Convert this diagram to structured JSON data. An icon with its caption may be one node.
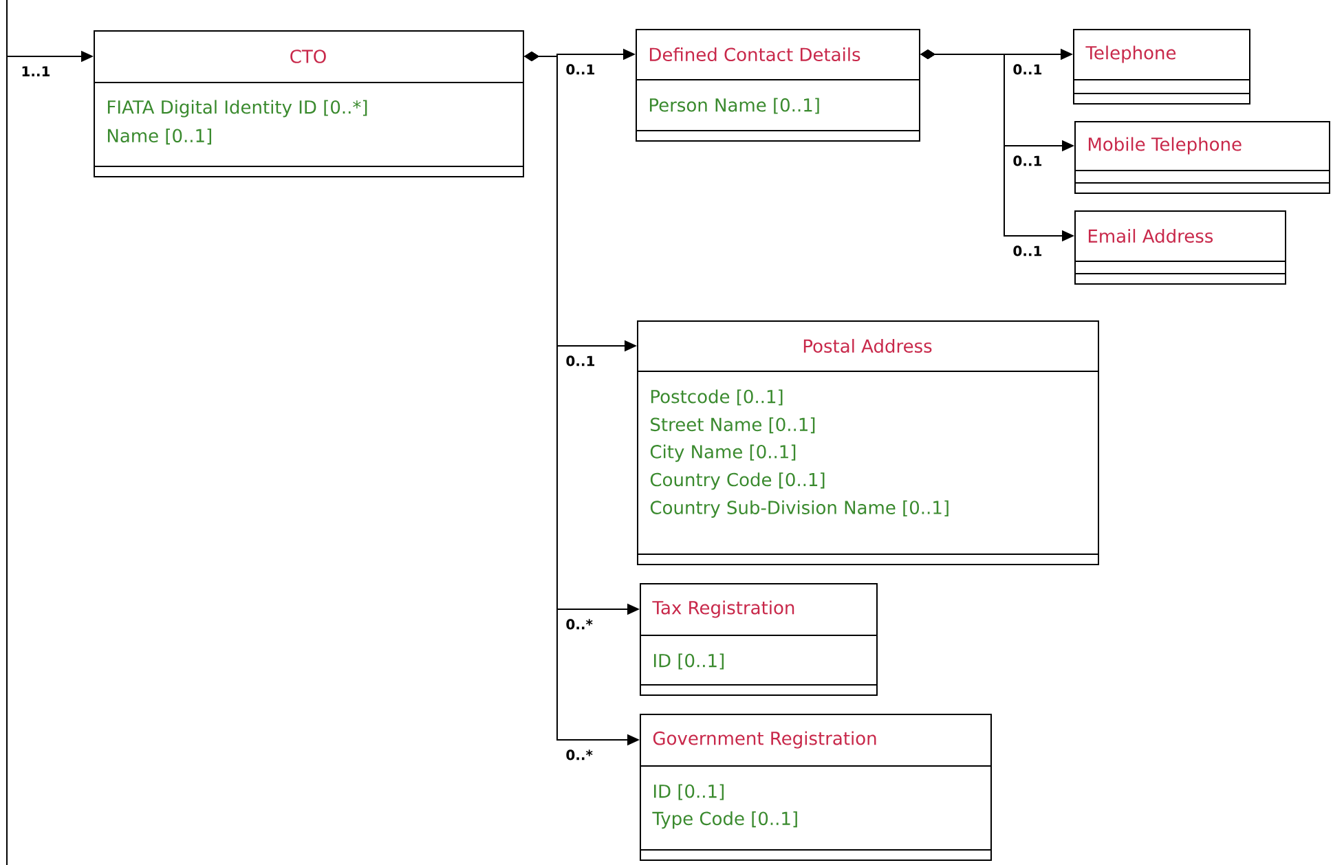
{
  "diagram": {
    "nodes": [
      {
        "text": [
          "CTO",
          "FIATA Digital Identity ID [0..*]",
          "Name [0..1]"
        ]
      },
      {
        "text": [
          "Defined Contact Details",
          "Person Name [0..1]"
        ]
      },
      {
        "text": [
          "Telephone"
        ]
      },
      {
        "text": [
          "Mobile Telephone"
        ]
      },
      {
        "text": [
          "Email Address"
        ]
      },
      {
        "text": [
          "Postal Address",
          "Postcode [0..1]",
          "Street Name [0..1]",
          "City Name [0..1]",
          "Country Code [0..1]",
          "Country Sub-Division Name [0..1]"
        ]
      },
      {
        "text": [
          "Tax Registration",
          "ID [0..1]"
        ]
      },
      {
        "text": [
          "Government Registration",
          "ID [0..1]",
          "Type Code [0..1]"
        ]
      }
    ],
    "edges": [
      {
        "from": null,
        "to": 0,
        "arrow": "to",
        "label": "1..1"
      },
      {
        "from": 0,
        "to": 1,
        "arrow": "to",
        "label": "0..1"
      },
      {
        "from": 1,
        "to": 2,
        "arrow": "to",
        "label": "0..1"
      },
      {
        "from": 1,
        "to": 3,
        "arrow": "to",
        "label": "0..1"
      },
      {
        "from": 1,
        "to": 4,
        "arrow": "to",
        "label": "0..1"
      },
      {
        "from": 0,
        "to": 5,
        "arrow": "to",
        "label": "0..1"
      },
      {
        "from": 0,
        "to": 6,
        "arrow": "to",
        "label": "0..*"
      },
      {
        "from": 0,
        "to": 7,
        "arrow": "to",
        "label": "0..*"
      }
    ]
  }
}
